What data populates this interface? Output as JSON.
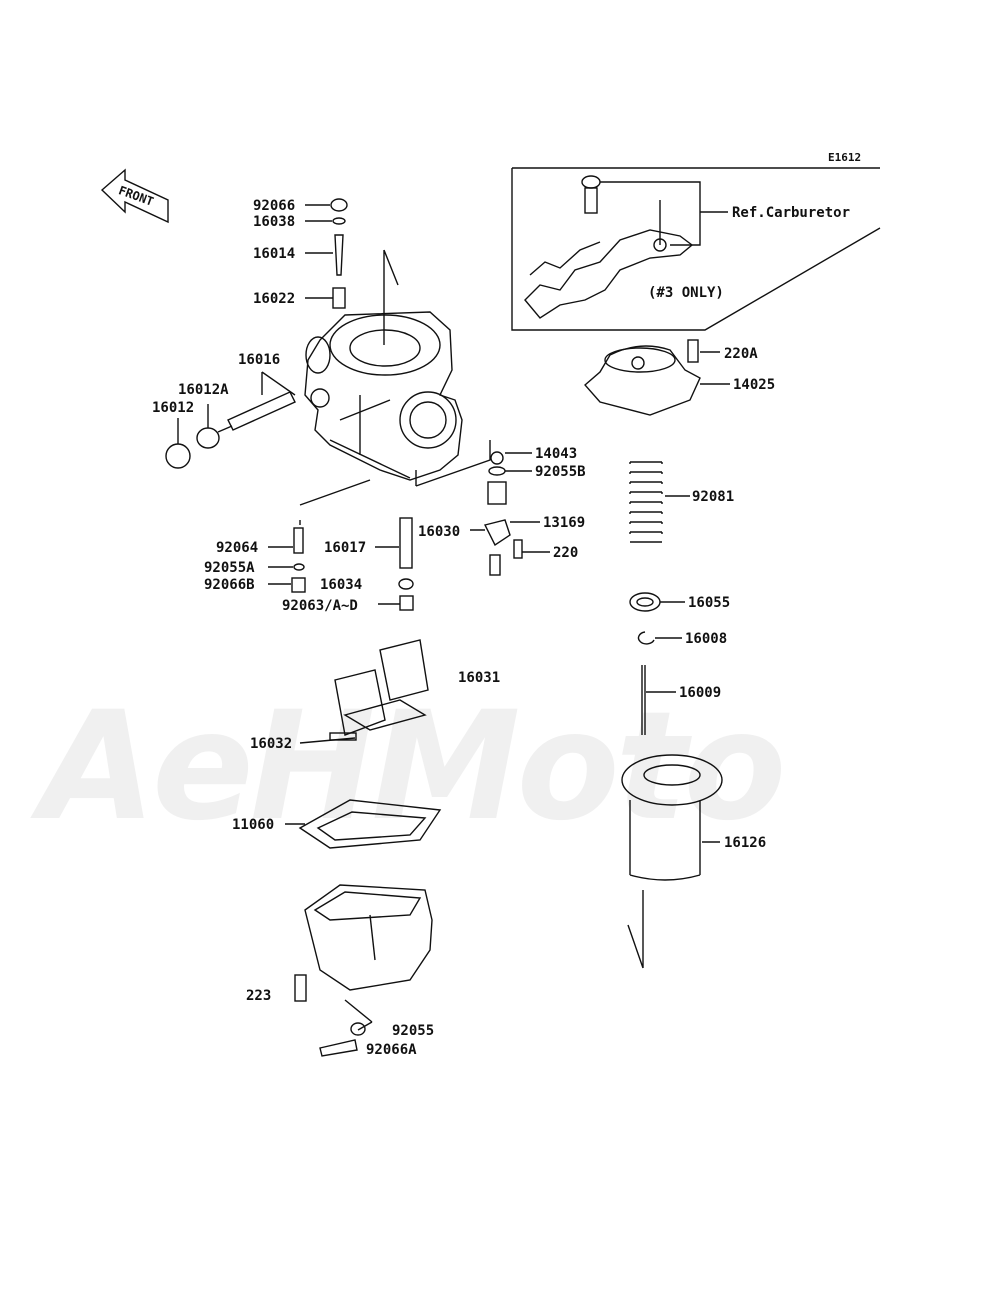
{
  "diagram_code": "E1612",
  "front_label": "FRONT",
  "ref_note": "Ref.Carburetor",
  "note_cyl": "(#3 ONLY)",
  "watermark": "AeHMoto",
  "parts": {
    "p92066": "92066",
    "p16038": "16038",
    "p16014": "16014",
    "p16022": "16022",
    "p16016": "16016",
    "p16012A": "16012A",
    "p16012": "16012",
    "p92064": "92064",
    "p92055A": "92055A",
    "p92066B": "92066B",
    "p16017": "16017",
    "p16034": "16034",
    "p92063": "92063/A~D",
    "p16030": "16030",
    "p14043": "14043",
    "p92055B": "92055B",
    "p13169": "13169",
    "p220": "220",
    "p220A": "220A",
    "p14025": "14025",
    "p92081": "92081",
    "p16055": "16055",
    "p16008": "16008",
    "p16009": "16009",
    "p16031": "16031",
    "p16032": "16032",
    "p11060": "11060",
    "p16126": "16126",
    "p223": "223",
    "p92055": "92055",
    "p92066A": "92066A"
  }
}
